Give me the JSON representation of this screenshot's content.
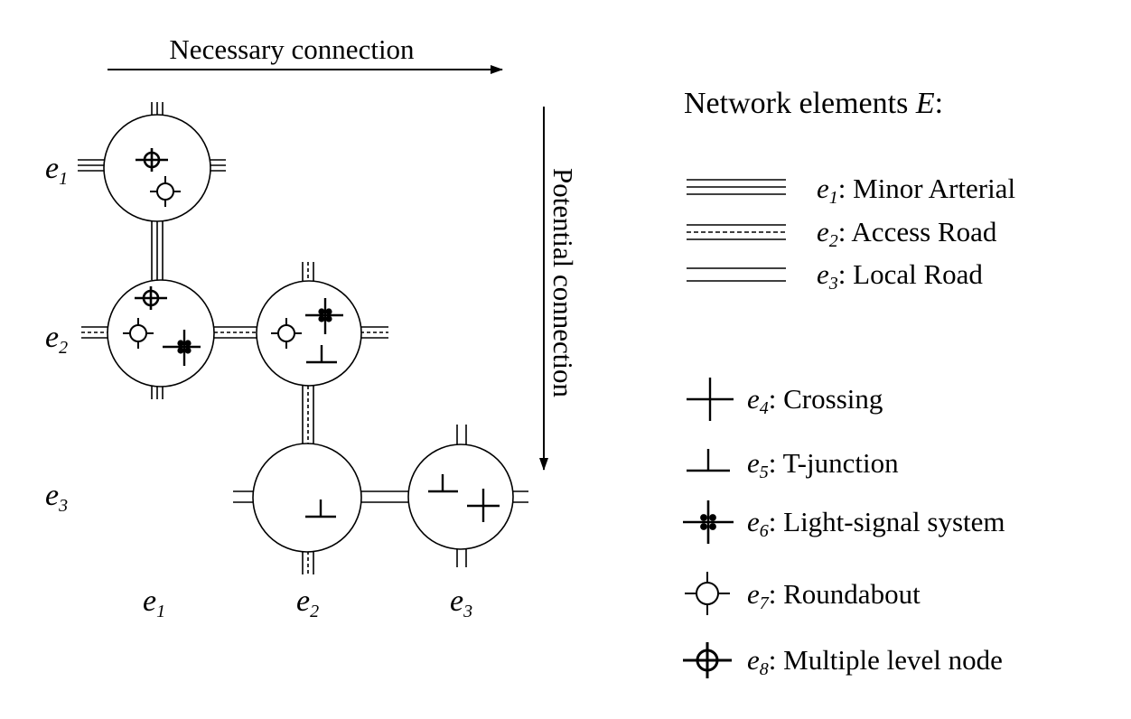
{
  "arrows": {
    "necessary": "Necessary connection",
    "potential": "Potential connection"
  },
  "matrix": {
    "row_labels": [
      {
        "base": "e",
        "sub": "1"
      },
      {
        "base": "e",
        "sub": "2"
      },
      {
        "base": "e",
        "sub": "3"
      }
    ],
    "col_labels": [
      {
        "base": "e",
        "sub": "1"
      },
      {
        "base": "e",
        "sub": "2"
      },
      {
        "base": "e",
        "sub": "3"
      }
    ]
  },
  "legend": {
    "heading": "Network elements ",
    "heading_symbol": "E",
    "heading_suffix": ":",
    "roads": [
      {
        "sym": "e",
        "sub": "1",
        "text": ": Minor Arterial"
      },
      {
        "sym": "e",
        "sub": "2",
        "text": ": Access Road"
      },
      {
        "sym": "e",
        "sub": "3",
        "text": ": Local Road"
      }
    ],
    "nodes": [
      {
        "sym": "e",
        "sub": "4",
        "text": ": Crossing"
      },
      {
        "sym": "e",
        "sub": "5",
        "text": ": T-junction"
      },
      {
        "sym": "e",
        "sub": "6",
        "text": ": Light-signal system"
      },
      {
        "sym": "e",
        "sub": "7",
        "text": ": Roundabout"
      },
      {
        "sym": "e",
        "sub": "8",
        "text": ": Multiple level node"
      }
    ]
  },
  "colors": {
    "ink": "#000000",
    "background": "#ffffff"
  }
}
